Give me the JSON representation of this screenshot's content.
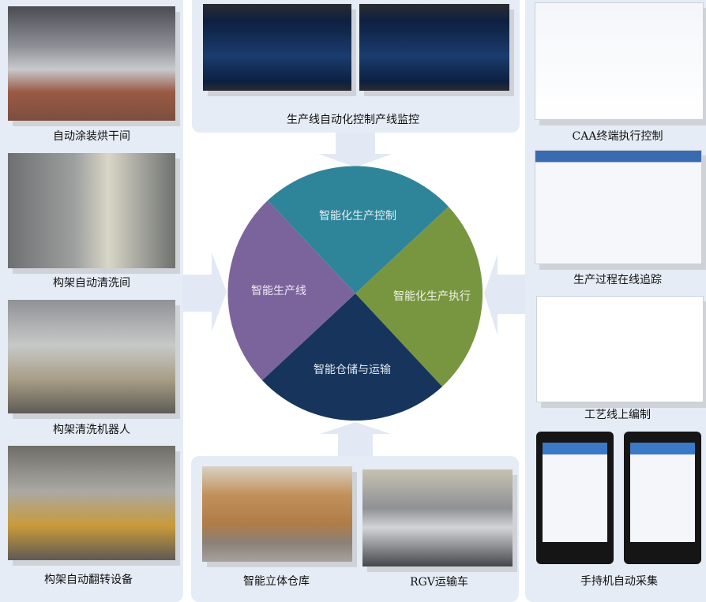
{
  "left": {
    "items": [
      {
        "label": "自动涂装烘干间"
      },
      {
        "label": "构架自动清洗间"
      },
      {
        "label": "构架清洗机器人"
      },
      {
        "label": "构架自动翻转设备"
      }
    ]
  },
  "top": {
    "label": "生产线自动化控制产线监控"
  },
  "bottom": {
    "items": [
      {
        "label": "智能立体仓库"
      },
      {
        "label": "RGV运输车"
      }
    ]
  },
  "right": {
    "items": [
      {
        "label": "CAA终端执行控制"
      },
      {
        "label": "生产过程在线追踪"
      },
      {
        "label": "工艺线上编制"
      },
      {
        "label": "手持机自动采集"
      }
    ]
  },
  "center": {
    "segments": [
      {
        "label": "智能化生产控制",
        "color": "#2e8599"
      },
      {
        "label": "智能化生产执行",
        "color": "#789640"
      },
      {
        "label": "智能仓储与运输",
        "color": "#17355c"
      },
      {
        "label": "智能生产线",
        "color": "#7b649c"
      }
    ]
  },
  "colors": {
    "panel": "#e6ecf6",
    "arrow": "#e2e9f4"
  }
}
